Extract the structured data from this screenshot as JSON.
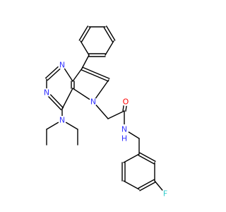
{
  "labels": {
    "n_pyrimidine_top": "N",
    "n_pyrimidine_left": "N",
    "n_pyrrole": "N",
    "n_amine": "N",
    "o_carbonyl": "O",
    "nh_amide": "N",
    "h_amide": "H",
    "f_fluoro": "F"
  },
  "colors": {
    "nitrogen": "#3333ff",
    "oxygen": "#ff0000",
    "fluorine": "#33cccc",
    "bond": "#000000"
  }
}
